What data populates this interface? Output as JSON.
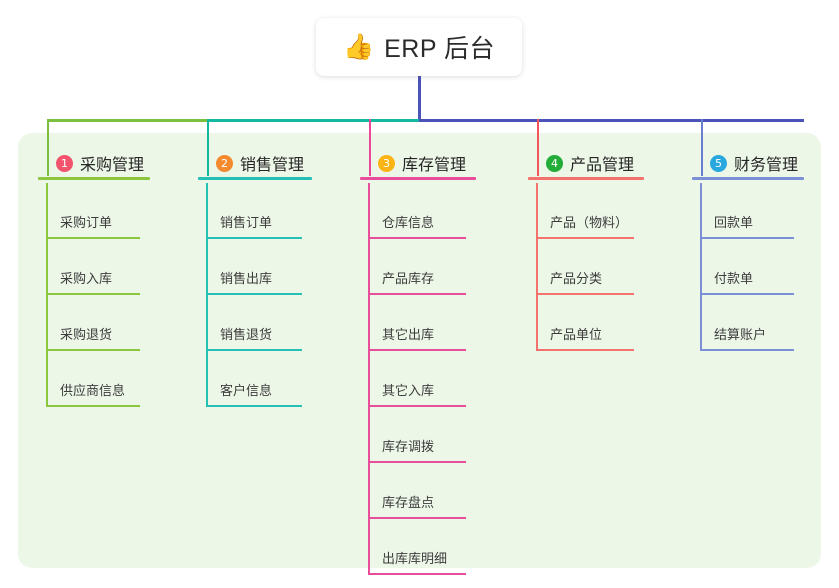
{
  "root": {
    "icon": "thumbs-up-icon",
    "emoji": "👍",
    "title": "ERP 后台"
  },
  "colors": {
    "panel_bg": "#edf7e8",
    "page_bg": "#ffffff",
    "trunk": "#4b52b8",
    "bus_left": "#7cc040",
    "bus_mid": "#12b8a0",
    "bus_right": "#4b52b8"
  },
  "columns": [
    {
      "index": "1",
      "title": "采购管理",
      "badge_color": "#f2546d",
      "line_color": "#8cc63f",
      "stub_color": "#7cc040",
      "items": [
        "采购订单",
        "采购入库",
        "采购退货",
        "供应商信息"
      ]
    },
    {
      "index": "2",
      "title": "销售管理",
      "badge_color": "#f4892d",
      "line_color": "#26bfb4",
      "stub_color": "#12b8a0",
      "items": [
        "销售订单",
        "销售出库",
        "销售退货",
        "客户信息"
      ]
    },
    {
      "index": "3",
      "title": "库存管理",
      "badge_color": "#fbb415",
      "line_color": "#e84d9c",
      "stub_color": "#ec4899",
      "items": [
        "仓库信息",
        "产品库存",
        "其它出库",
        "其它入库",
        "库存调拨",
        "库存盘点",
        "出库库明细"
      ]
    },
    {
      "index": "4",
      "title": "产品管理",
      "badge_color": "#22ac38",
      "line_color": "#f4726e",
      "stub_color": "#f4545b",
      "items": [
        "产品（物料）",
        "产品分类",
        "产品单位"
      ]
    },
    {
      "index": "5",
      "title": "财务管理",
      "badge_color": "#29a8e0",
      "line_color": "#7b8fd6",
      "stub_color": "#6b7fd0",
      "items": [
        "回款单",
        "付款单",
        "结算账户"
      ]
    }
  ]
}
